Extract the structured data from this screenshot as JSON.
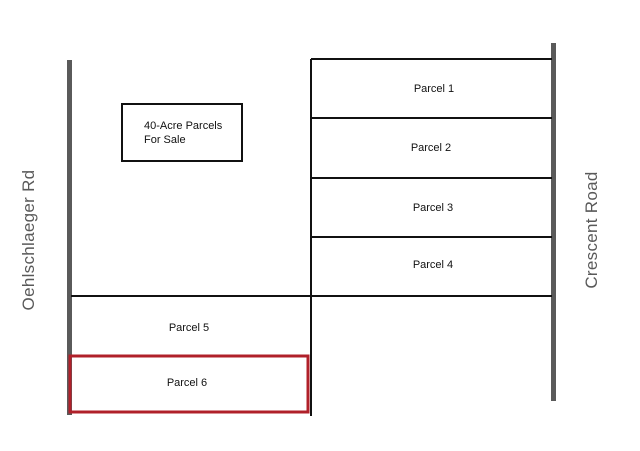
{
  "roads": {
    "left": {
      "name": "Oehlschlaeger Rd"
    },
    "right": {
      "name": "Crescent Road"
    }
  },
  "note": {
    "line1": "40-Acre Parcels",
    "line2": "For Sale"
  },
  "parcels": [
    {
      "label": "Parcel 1",
      "highlighted": false
    },
    {
      "label": "Parcel 2",
      "highlighted": false
    },
    {
      "label": "Parcel 3",
      "highlighted": false
    },
    {
      "label": "Parcel 4",
      "highlighted": false
    },
    {
      "label": "Parcel 5",
      "highlighted": false
    },
    {
      "label": "Parcel 6",
      "highlighted": true
    }
  ],
  "colors": {
    "road": "#5a5a5a",
    "boundary": "#111111",
    "highlight": "#b0202a",
    "background": "#ffffff"
  }
}
